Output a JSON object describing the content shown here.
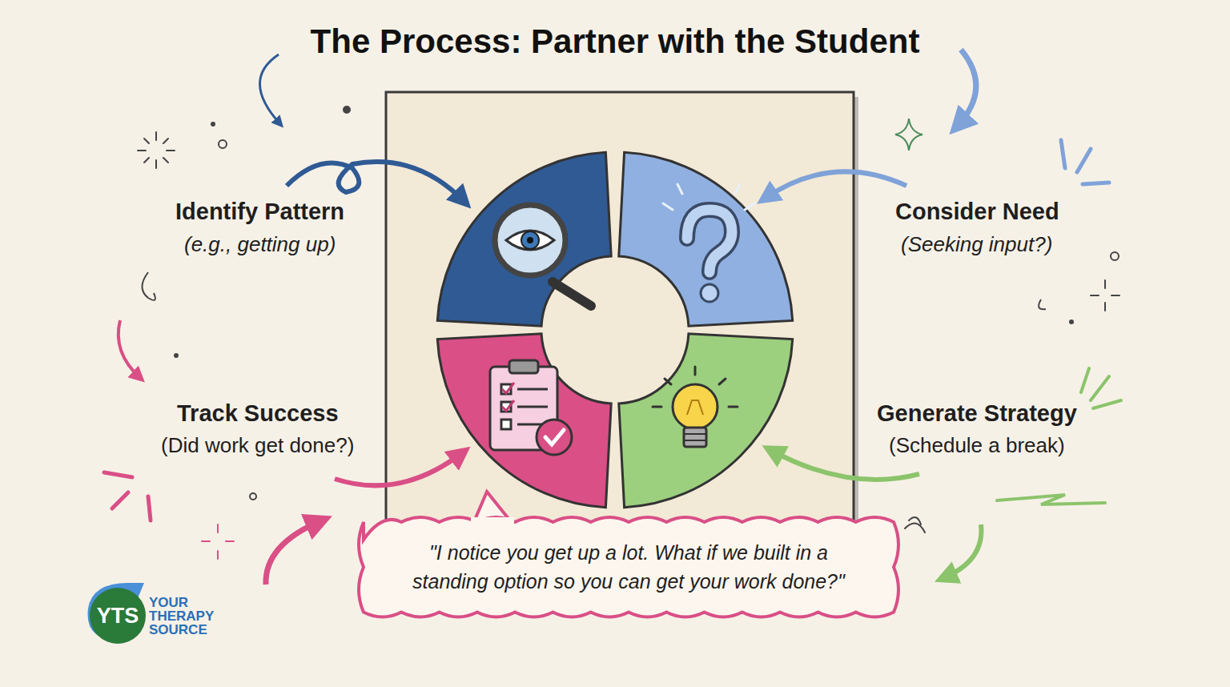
{
  "diagram": {
    "title": "The Process: Partner with the Student",
    "nodes": [
      {
        "text": [
          "\"I notice you get up a lot. What if we built in a standing option so you can get your work done?\""
        ]
      },
      {
        "text": [
          "YTS"
        ]
      }
    ],
    "labels": [
      "Identify Pattern",
      "(e.g., getting up)",
      "Consider Need",
      "(Seeking input?)",
      "Track Success",
      "(Did work get done?)",
      "Generate Strategy",
      "(Schedule a break)",
      "YOUR THERAPY SOURCE"
    ]
  }
}
